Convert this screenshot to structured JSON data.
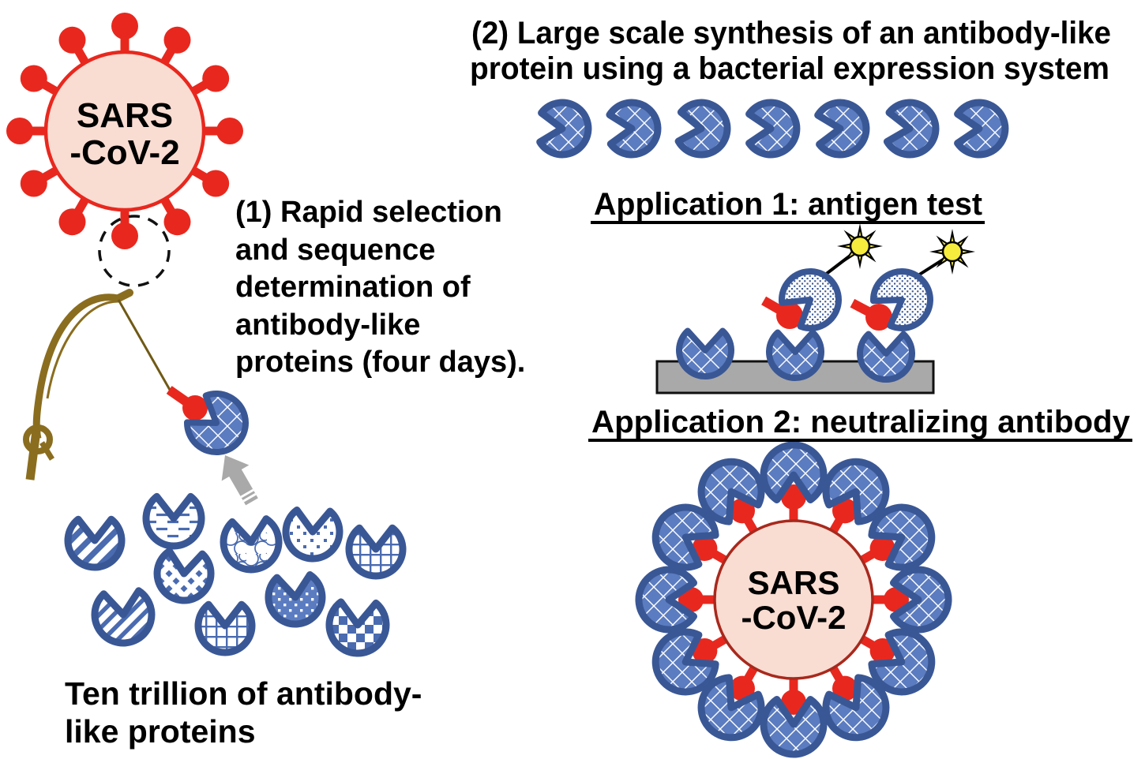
{
  "colors": {
    "virus_red": "#e8281e",
    "virus_body_pink": "#f9dcd2",
    "virus_outline_dark": "#a8291d",
    "protein_outline_blue": "#3a5795",
    "protein_fill_blue": "#5b7cc0",
    "pattern_blue": "#4a6bb0",
    "rod_gold": "#8a6d1f",
    "line_gold": "#6f5a15",
    "arrow_gray": "#a9a9a9",
    "substrate_gray": "#a9a9a9",
    "fluorophore_yellow": "#f5ec3d",
    "text_black": "#000000"
  },
  "left_virus": {
    "label_line1": "SARS",
    "label_line2": "-CoV-2"
  },
  "step1": {
    "lines": [
      "(1) Rapid selection",
      "and sequence",
      "determination of",
      "antibody-like",
      "proteins (four days)."
    ]
  },
  "library": {
    "caption_lines": [
      "Ten trillion of antibody-",
      "like proteins"
    ]
  },
  "step2": {
    "lines": [
      "(2) Large scale synthesis of an antibody-like",
      "protein using a bacterial expression system"
    ]
  },
  "app1": {
    "heading": "Application 1: antigen test"
  },
  "app2": {
    "heading": "Application 2: neutralizing antibody",
    "virus_label_line1": "SARS",
    "virus_label_line2": "-CoV-2"
  },
  "icons": {
    "virus-icon": "SARS-CoV-2 virion with red spike proteins",
    "antibody-protein-icon": "pac-man shaped antibody-like protein",
    "spike-protein-icon": "red spike protein antigen",
    "fishing-rod-icon": "selection fishing rod with line",
    "selection-arrow-icon": "gray arrow picking one protein",
    "dashed-circle-icon": "dashed highlight circle around spike",
    "fluorophore-icon": "yellow fluorescent star label",
    "substrate-icon": "gray antigen-test substrate bar"
  }
}
